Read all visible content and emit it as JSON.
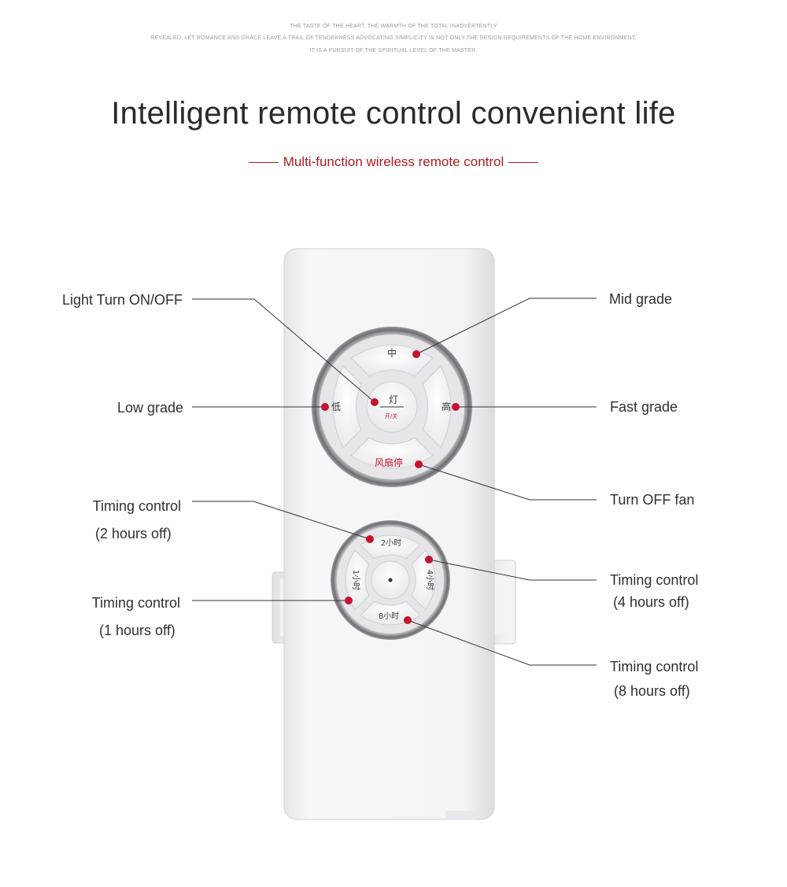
{
  "intro_lines": [
    "THE TASTE OF THE HEART, THE WARMTH OF THE TOTAL INADVERTENTLY",
    "REVEALED, LET ROMANCE AND GRACE LEAVE A TRAIL OF TENDERNESS ADVOCATING SIMPLICITY IS NOT ONLY THE DESIGN REQUIREMENTS OF THE HOME ENVIRONMENT,",
    "IT IS A PURSUIT OF THE SPIRITUAL LEVEL OF THE MASTER."
  ],
  "headline": "Intelligent remote control convenient life",
  "subheadline": "Multi-function wireless remote control",
  "remote_buttons": {
    "top": "中",
    "left": "低",
    "right": "高",
    "center_main": "灯",
    "center_sub": "开/关",
    "bottom": "风扇停",
    "timer_top": "2小时",
    "timer_left": "1小时",
    "timer_right": "4小时",
    "timer_bottom": "8小时"
  },
  "callouts": {
    "light": "Light Turn ON/OFF",
    "mid": "Mid grade",
    "low": "Low grade",
    "fast": "Fast grade",
    "fan_off": "Turn OFF fan",
    "t2_title": "Timing control",
    "t2_sub": "(2 hours off)",
    "t1_title": "Timing control",
    "t1_sub": "(1 hours off)",
    "t4_title": "Timing control",
    "t4_sub": "(4 hours off)",
    "t8_title": "Timing control",
    "t8_sub": "(8 hours off)"
  },
  "colors": {
    "marker": "#c8102e",
    "leader": "#333333",
    "accent_text": "#b3191e"
  }
}
